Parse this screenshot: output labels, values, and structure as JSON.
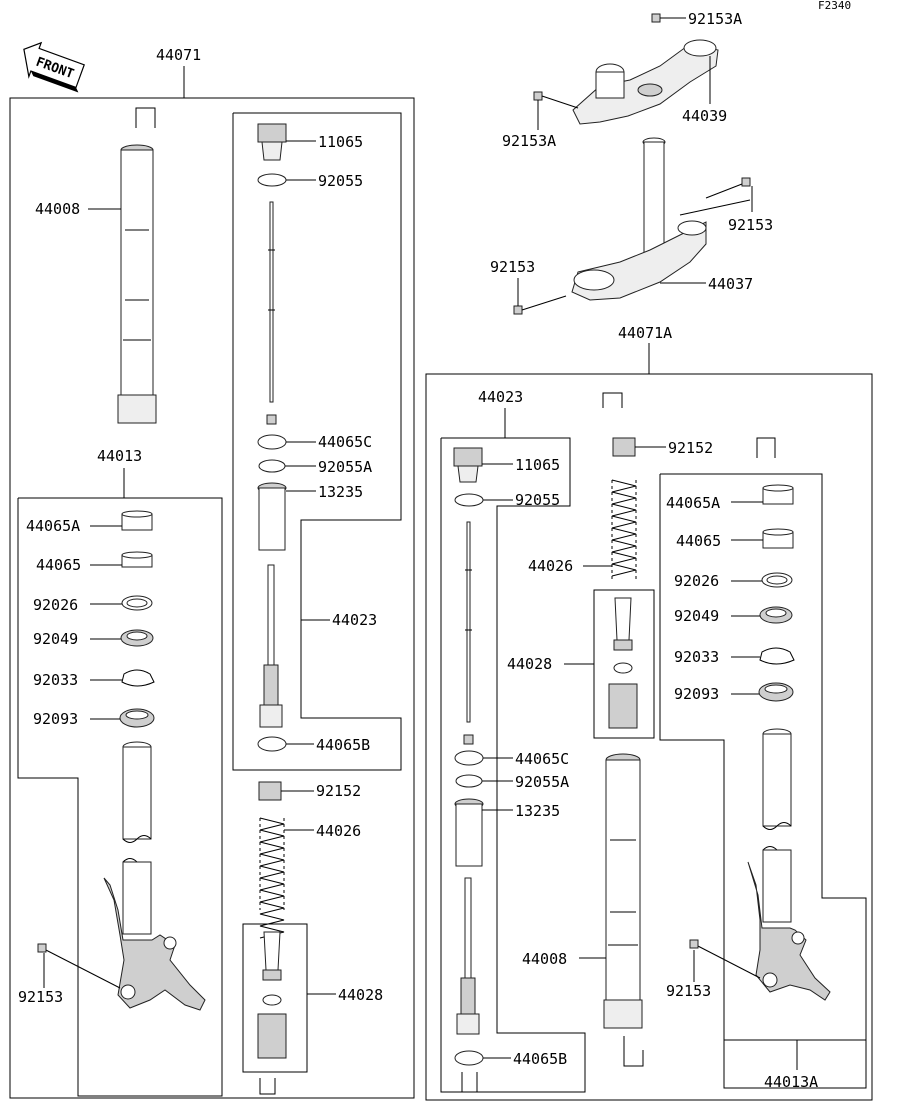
{
  "figure_code": "F2340",
  "front_badge": "FRONT",
  "labels": {
    "asm_left": "44071",
    "asm_right": "44071A",
    "tube_left": "44008",
    "tube_right": "44008",
    "lower_left": "44013",
    "lower_right": "44013A",
    "damper_left": "44023",
    "damper_right": "44023",
    "bolt_upper_1": "92153A",
    "bolt_upper_2": "92153A",
    "upper_bracket": "44039",
    "bolt_stem_r": "92153",
    "bolt_stem_l": "92153",
    "stem": "44037",
    "cap_l": "11065",
    "oring_l": "92055",
    "ring_c_l": "44065C",
    "oring_a_l": "92055A",
    "bush_l": "13235",
    "ring_b_l": "44065B",
    "nut_l": "92152",
    "spring_l": "44026",
    "kit_l": "44028",
    "l_bush_a": "44065A",
    "l_bush": "44065",
    "l_washer": "92026",
    "l_seal": "92049",
    "l_clip": "92033",
    "l_dust": "92093",
    "l_axle_bolt": "92153",
    "cap_r": "11065",
    "oring_r": "92055",
    "ring_c_r": "44065C",
    "oring_a_r": "92055A",
    "bush_r": "13235",
    "ring_b_r": "44065B",
    "nut_r": "92152",
    "spring_r": "44026",
    "kit_r": "44028",
    "r_bush_a": "44065A",
    "r_bush": "44065",
    "r_washer": "92026",
    "r_seal": "92049",
    "r_clip": "92033",
    "r_dust": "92093",
    "r_axle_bolt": "92153"
  }
}
